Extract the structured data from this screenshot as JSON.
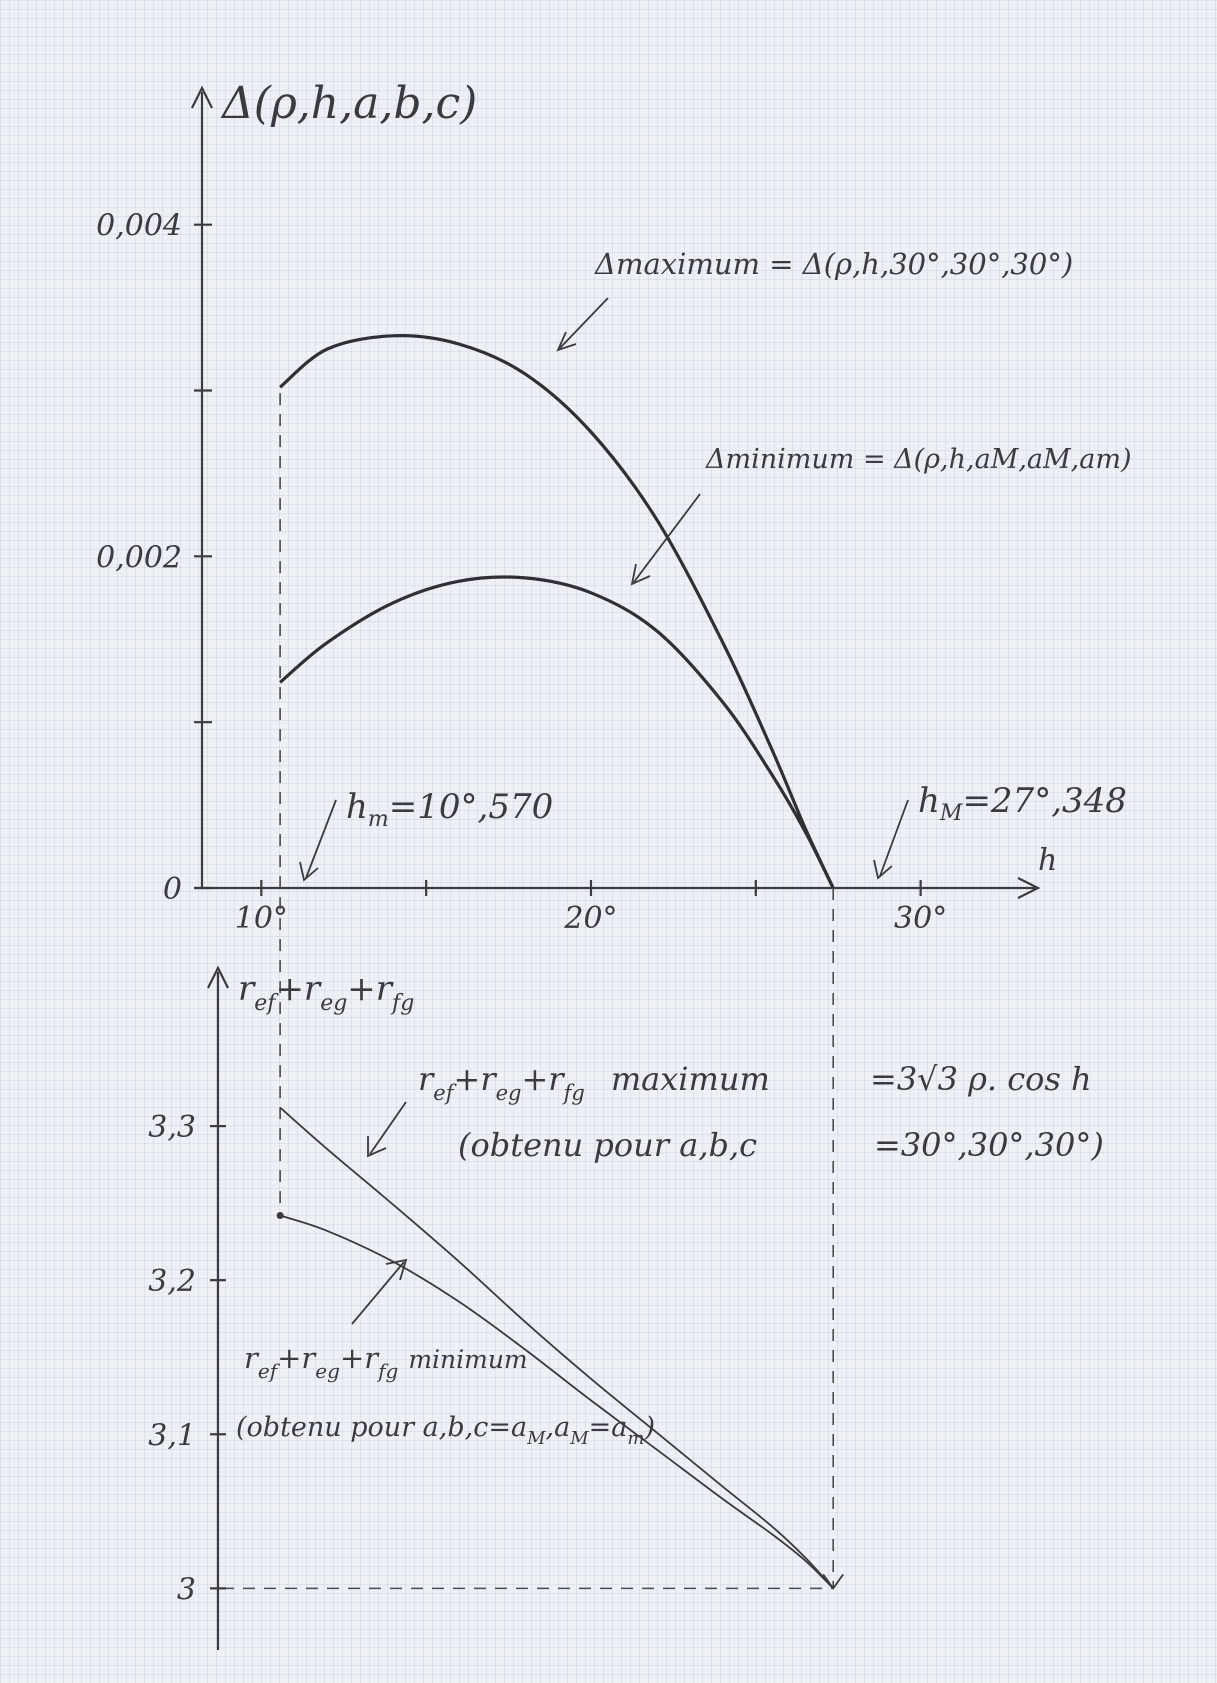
{
  "chart_data": [
    {
      "type": "line",
      "ylabel": "Δ(ρ,h,a,b,c)",
      "xlabel": "h",
      "y_ticks": [
        {
          "value": 0,
          "label": "0"
        },
        {
          "value": 0.002,
          "label": "0,002"
        },
        {
          "value": 0.004,
          "label": "0,004"
        }
      ],
      "y_minor_ticks": [
        0.001,
        0.003
      ],
      "x_ticks": [
        {
          "value": 10,
          "label": "10°"
        },
        {
          "value": 20,
          "label": "20°"
        },
        {
          "value": 30,
          "label": "30°"
        }
      ],
      "x_minor_ticks": [
        15,
        25
      ],
      "xlim": [
        8.2,
        33.5
      ],
      "ylim": [
        0,
        0.0048
      ],
      "series": [
        {
          "name": "Δmaximum = Δ(ρ,h,30°,30°,30°)",
          "x": [
            10.57,
            12,
            14,
            16,
            18,
            20,
            22,
            24,
            25.5,
            26.5,
            27.348
          ],
          "y": [
            0.00302,
            0.00325,
            0.00333,
            0.00328,
            0.0031,
            0.00275,
            0.00222,
            0.00148,
            0.00083,
            0.00036,
            0.0
          ]
        },
        {
          "name": "Δminimum = Δ(ρ,h,aM,aM,am)",
          "x": [
            10.57,
            12,
            14,
            16,
            18,
            20,
            22,
            24,
            25.5,
            26.5,
            27.348
          ],
          "y": [
            0.00124,
            0.00148,
            0.00172,
            0.00185,
            0.00187,
            0.00178,
            0.00155,
            0.00112,
            0.00068,
            0.00034,
            0.0
          ]
        }
      ],
      "annotations": [
        {
          "label": "h",
          "sub": "m",
          "value": "=10°,570"
        },
        {
          "label": "h",
          "sub": "M",
          "value": "=27°,348"
        }
      ]
    },
    {
      "type": "line",
      "ylabel": {
        "r1": "r",
        "s1": "ef",
        "r2": "+r",
        "s2": "eg",
        "r3": "+r",
        "s3": "fg"
      },
      "y_ticks": [
        {
          "value": 3.0,
          "label": "3"
        },
        {
          "value": 3.1,
          "label": "3,1"
        },
        {
          "value": 3.2,
          "label": "3,2"
        },
        {
          "value": 3.3,
          "label": "3,3"
        }
      ],
      "xlim": [
        8.2,
        33.5
      ],
      "ylim": [
        2.96,
        3.4
      ],
      "series": [
        {
          "name": "ref+reg+rfg maximum = 3√3 ρ. cos h",
          "x": [
            10.57,
            12,
            14,
            16,
            18,
            20,
            22,
            24,
            25.5,
            26.5,
            27.348
          ],
          "y": [
            3.312,
            3.285,
            3.249,
            3.212,
            3.173,
            3.136,
            3.101,
            3.066,
            3.04,
            3.02,
            3.0
          ]
        },
        {
          "name": "ref+reg+rfg minimum",
          "x": [
            10.57,
            12,
            14,
            16,
            18,
            20,
            22,
            24,
            25.5,
            26.5,
            27.348
          ],
          "y": [
            3.242,
            3.232,
            3.212,
            3.186,
            3.155,
            3.122,
            3.09,
            3.058,
            3.035,
            3.018,
            3.0
          ]
        }
      ],
      "annotations": {
        "max_r1": "r",
        "max_s1": "ef",
        "max_r2": "+r",
        "max_s2": "eg",
        "max_r3": "+r",
        "max_s3": "fg",
        "max_word": "maximum",
        "max_formula": "=3√3 ρ. cos h",
        "max_obtained": "(obtenu pour a,b,c",
        "max_obtained_value": "=30°,30°,30°)",
        "min_r1": "r",
        "min_s1": "ef",
        "min_r2": "+r",
        "min_s2": "eg",
        "min_r3": "+r",
        "min_s3": "fg",
        "min_word": "minimum",
        "min_obtained": "(obtenu pour a,b,c=a",
        "min_sub1": "M",
        "min_comma1": ",a",
        "min_sub2": "M",
        "min_eq": "=a",
        "min_sub3": "m",
        "min_close": ")"
      }
    }
  ]
}
